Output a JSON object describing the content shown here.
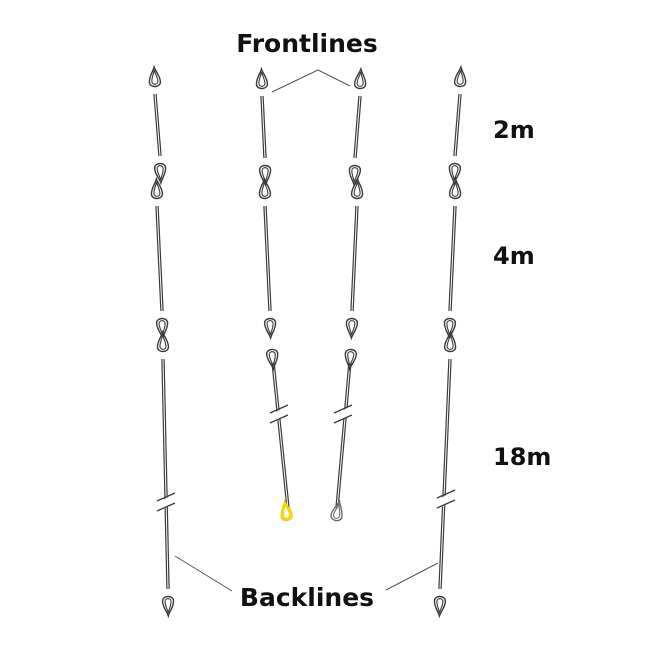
{
  "labels": {
    "frontlines": "Frontlines",
    "backlines": "Backlines",
    "len_2m": "2m",
    "len_4m": "4m",
    "len_18m": "18m"
  },
  "colors": {
    "line": "#3a3a3a",
    "highlight_loop": "#f0d400",
    "text": "#111111"
  }
}
